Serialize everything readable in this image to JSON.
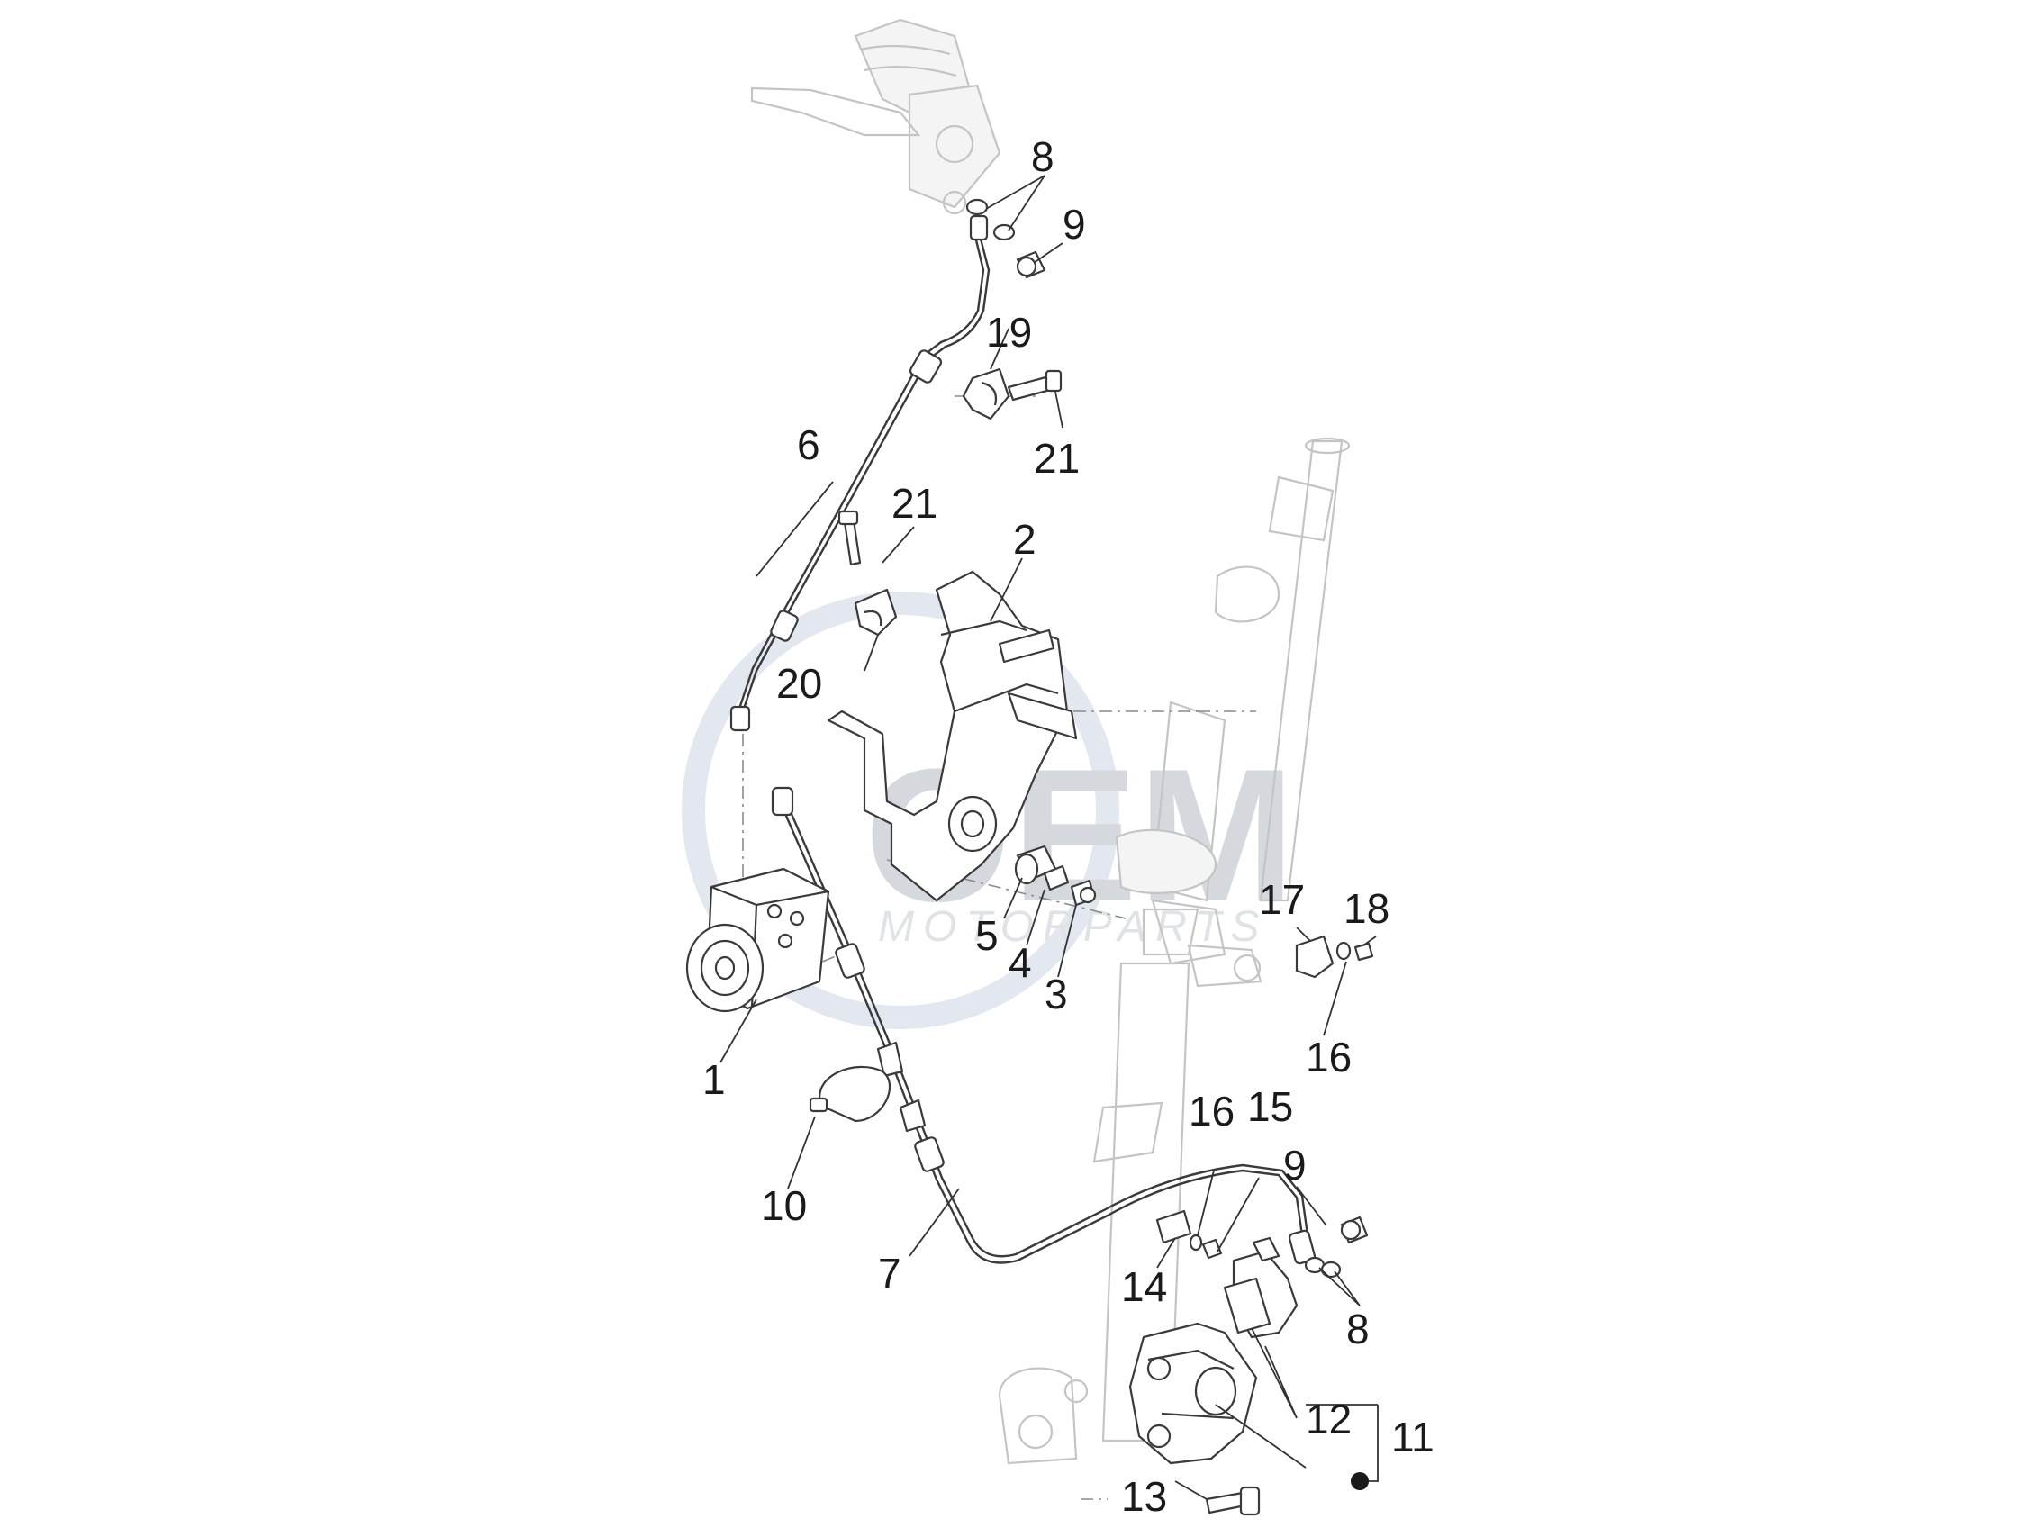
{
  "watermark": {
    "main": "OEM",
    "sub": "MOTORPARTS"
  },
  "callouts": [
    "1",
    "2",
    "3",
    "4",
    "5",
    "6",
    "7",
    "8",
    "8",
    "9",
    "9",
    "10",
    "11",
    "12",
    "13",
    "14",
    "15",
    "16",
    "16",
    "17",
    "18",
    "19",
    "20",
    "21",
    "21"
  ],
  "colors": {
    "ink": "#1a1a1a",
    "watermark": "#d5d8dc",
    "ghost_outline": "#c4c4c4"
  }
}
